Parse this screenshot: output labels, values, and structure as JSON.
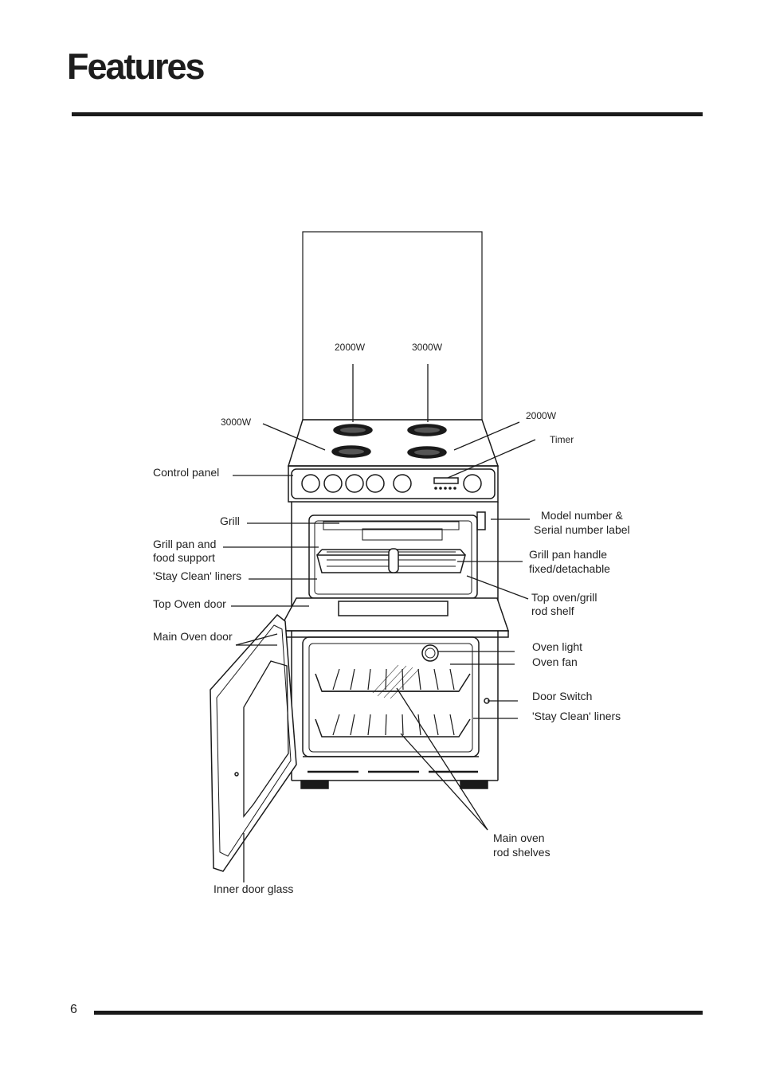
{
  "page": {
    "title": "Features",
    "page_number": "6"
  },
  "labels": {
    "hob_2000w_rear_left": "2000W",
    "hob_3000w_rear_right": "3000W",
    "hob_3000w_front_left": "3000W",
    "hob_2000w_front_right": "2000W",
    "timer": "Timer",
    "control_panel": "Control panel",
    "grill": "Grill",
    "grill_pan_line1": "Grill pan and",
    "grill_pan_line2": "food support",
    "stay_clean_top": "'Stay Clean' liners",
    "top_oven_door": "Top Oven door",
    "main_oven_door": "Main Oven door",
    "model_number_line1": "Model number &",
    "model_number_line2": "Serial number label",
    "grill_pan_handle_line1": "Grill pan handle",
    "grill_pan_handle_line2": "fixed/detachable",
    "top_oven_shelf_line1": "Top oven/grill",
    "top_oven_shelf_line2": "rod shelf",
    "oven_light": "Oven light",
    "oven_fan": "Oven fan",
    "door_switch": "Door Switch",
    "stay_clean_main": "'Stay Clean' liners",
    "main_oven_shelves_line1": "Main oven",
    "main_oven_shelves_line2": "rod shelves",
    "inner_door_glass": "Inner door glass"
  }
}
